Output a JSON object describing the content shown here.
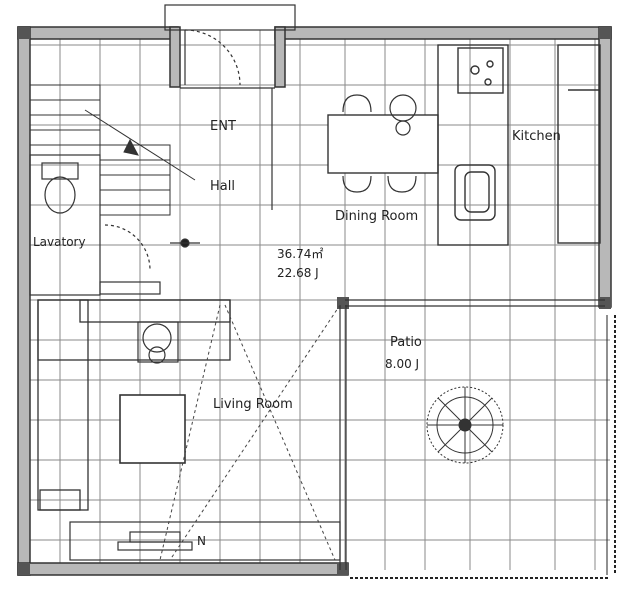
{
  "rooms": {
    "entry": "ENT",
    "hall": "Hall",
    "lavatory": "Lavatory",
    "dining": "Dining Room",
    "kitchen": "Kitchen",
    "living": "Living Room",
    "patio": "Patio"
  },
  "areas": {
    "main_sqm": "36.74㎡",
    "main_jo": "22.68 J",
    "patio_jo": "8.00 J"
  },
  "north_mark": "N",
  "colors": {
    "line": "#333333",
    "grid": "#7a7a7a",
    "wall_fill": "#b8b8b8",
    "background": "#ffffff"
  }
}
